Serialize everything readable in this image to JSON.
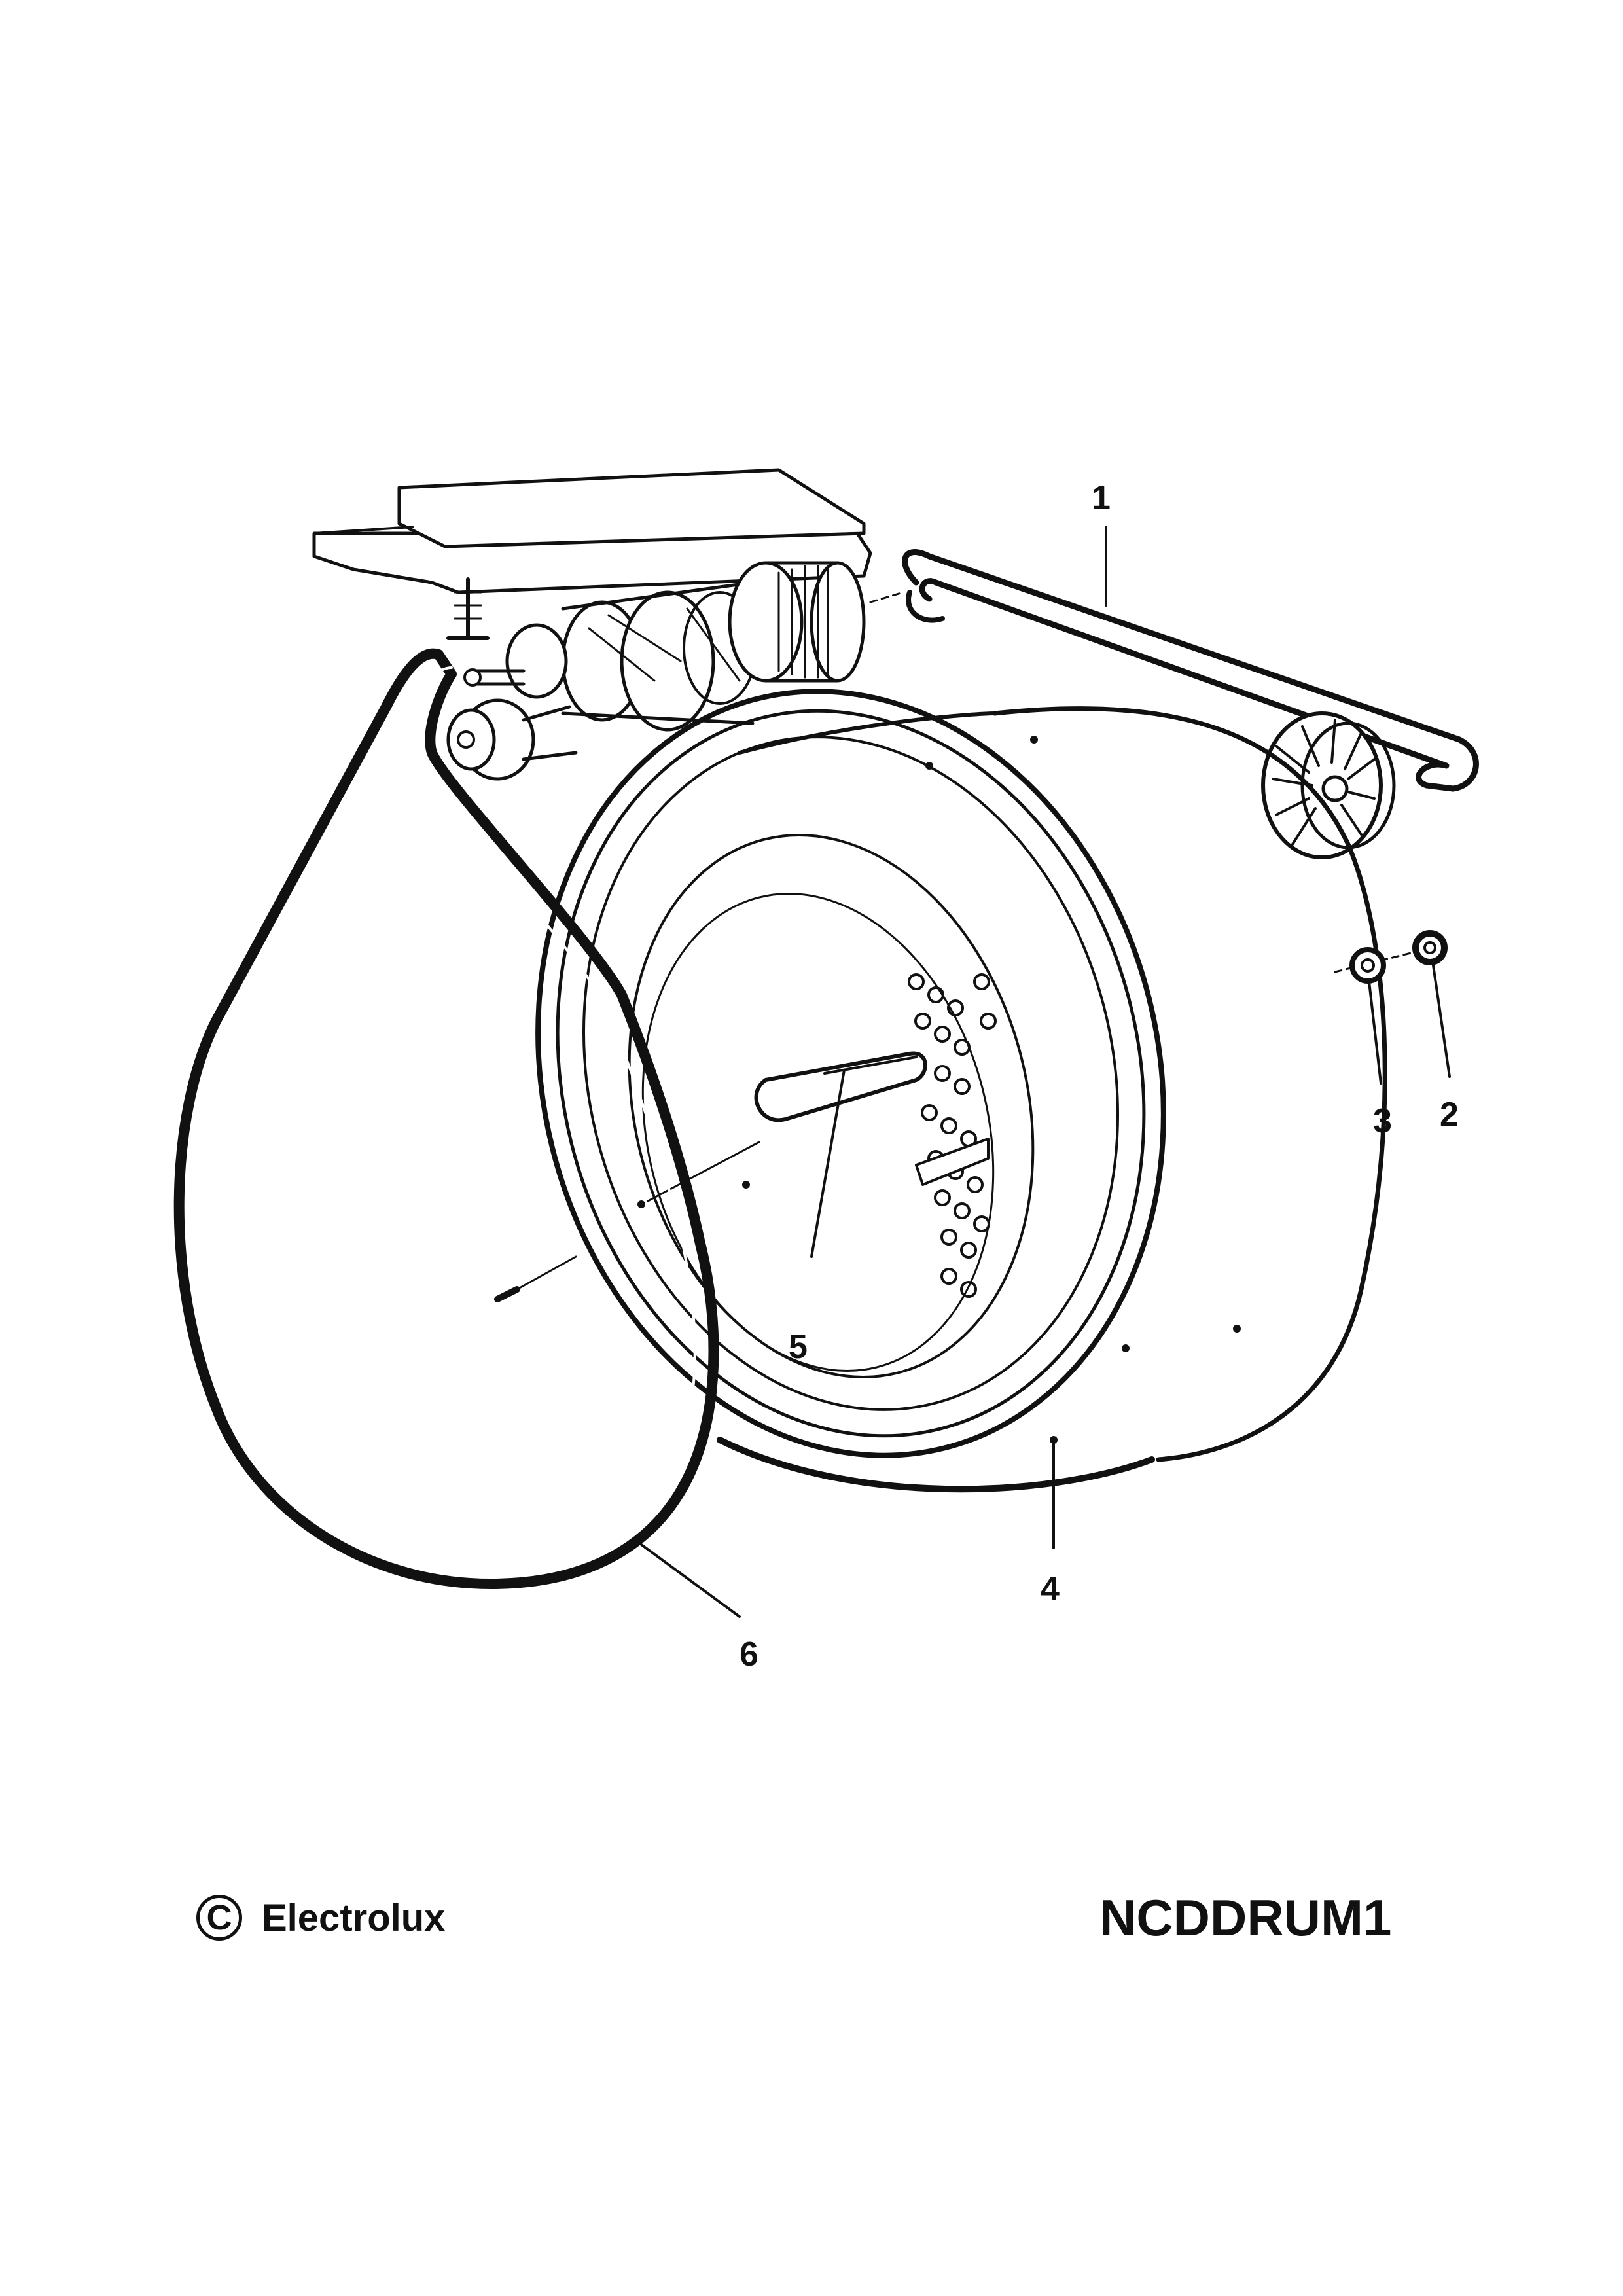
{
  "callouts": {
    "c1": "1",
    "c2": "2",
    "c3": "3",
    "c4": "4",
    "c5": "5",
    "c6": "6"
  },
  "footer": {
    "copyright_symbol": "C",
    "brand": "Electrolux",
    "code": "NCDDRUM1"
  },
  "colors": {
    "ink": "#111111",
    "paper": "#ffffff"
  }
}
